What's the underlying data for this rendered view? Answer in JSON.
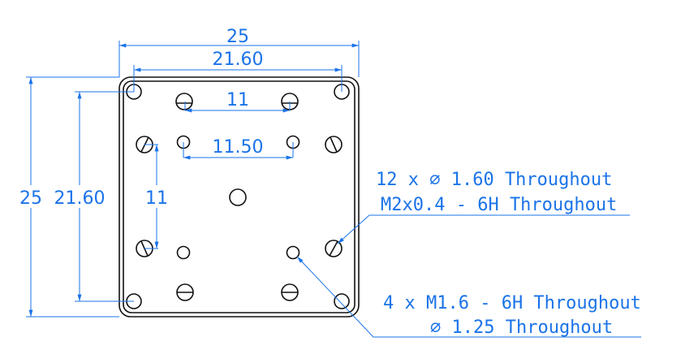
{
  "dimensions": {
    "overall_width": "25",
    "overall_height": "25",
    "corner_hole_spacing_h": "21.60",
    "corner_hole_spacing_v": "21.60",
    "threaded_spacing_h": "11",
    "threaded_spacing_v": "11",
    "small_hole_spacing_h": "11.50"
  },
  "notes": {
    "large_holes_line1": "12 x ∅ 1.60 Throughout",
    "large_holes_line2": "M2x0.4 - 6H Throughout",
    "small_holes_line1": "4 x  M1.6 - 6H Throughout",
    "small_holes_line2": "∅ 1.25 Throughout"
  },
  "colors": {
    "dimension": "#1a73e8",
    "outline": "#111111"
  }
}
